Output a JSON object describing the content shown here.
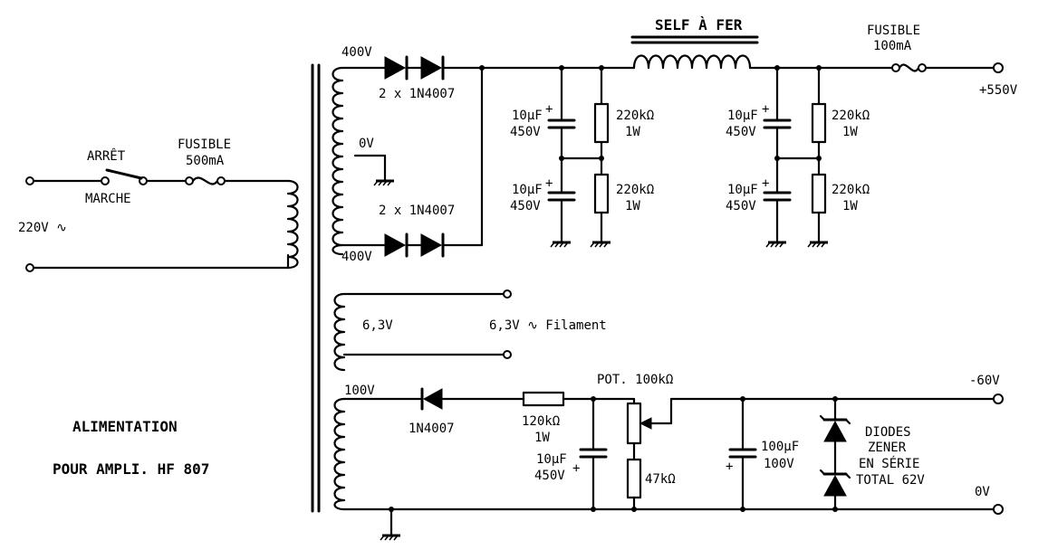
{
  "mains": {
    "label": "220V ∿",
    "switch_off": "ARRÊT",
    "switch_on": "MARCHE",
    "fuse_title": "FUSIBLE",
    "fuse_value": "500mA"
  },
  "hv": {
    "tap_top": "400V",
    "tap_mid": "0V",
    "tap_bot": "400V",
    "diodes_top": "2 x 1N4007",
    "diodes_bot": "2 x 1N4007",
    "choke": "SELF À FER",
    "fuse_title": "FUSIBLE",
    "fuse_value": "100mA",
    "output": "+550V",
    "cap": [
      "10µF",
      "450V"
    ],
    "res": [
      "220kΩ",
      "1W"
    ],
    "plus": "+"
  },
  "filament": {
    "winding": "6,3V",
    "output": "6,3V ∿  Filament"
  },
  "bias": {
    "tap": "100V",
    "diode": "1N4007",
    "res": [
      "120kΩ",
      "1W"
    ],
    "cap": [
      "10µF",
      "450V"
    ],
    "pot": "POT. 100kΩ",
    "res2": "47kΩ",
    "cap2": [
      "100µF",
      "100V"
    ],
    "zener": [
      "DIODES",
      "ZENER",
      "EN SÉRIE",
      "TOTAL 62V"
    ],
    "out_neg": "-60V",
    "out_zero": "0V"
  },
  "title": {
    "line1": "ALIMENTATION",
    "line2": "POUR AMPLI. HF 807"
  }
}
